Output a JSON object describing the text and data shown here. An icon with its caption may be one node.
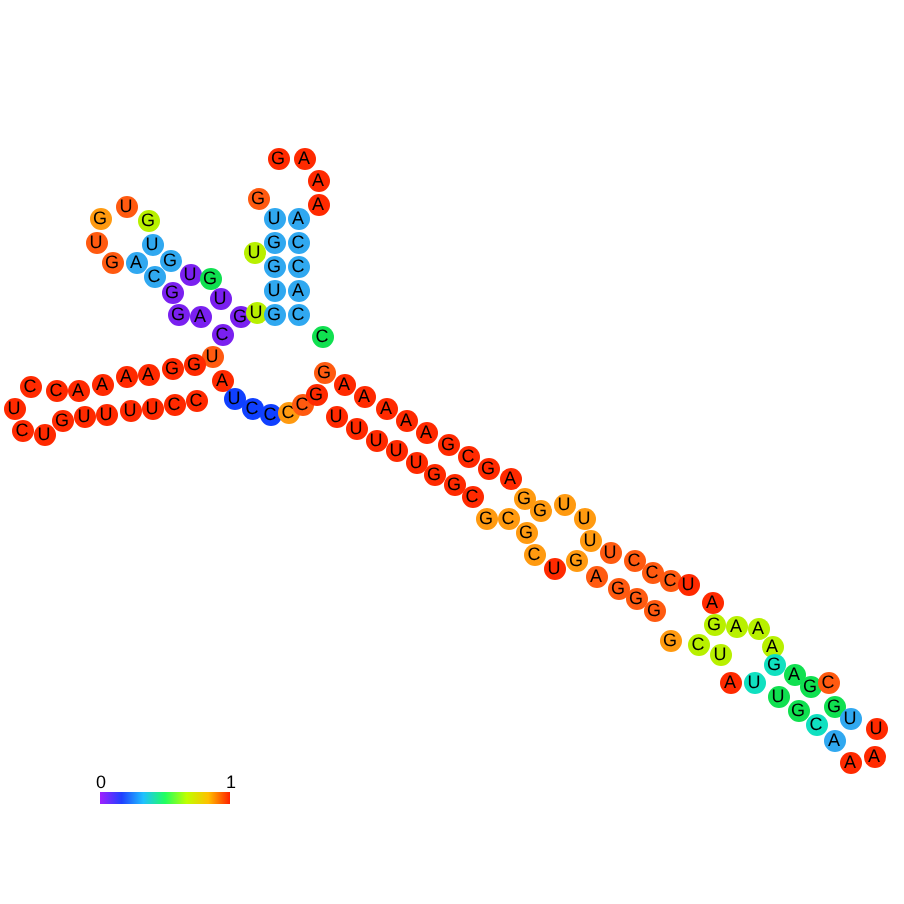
{
  "diagram": {
    "nodes": [
      {
        "text": [
          "G"
        ]
      },
      {
        "text": [
          "U"
        ]
      },
      {
        "text": [
          "G"
        ]
      },
      {
        "text": [
          "U"
        ]
      },
      {
        "text": [
          "G"
        ]
      },
      {
        "text": [
          "A"
        ]
      },
      {
        "text": [
          "U"
        ]
      },
      {
        "text": [
          "G"
        ]
      },
      {
        "text": [
          "C"
        ]
      },
      {
        "text": [
          "U"
        ]
      },
      {
        "text": [
          "G"
        ]
      },
      {
        "text": [
          "G"
        ]
      },
      {
        "text": [
          "U"
        ]
      },
      {
        "text": [
          "G"
        ]
      },
      {
        "text": [
          "A"
        ]
      },
      {
        "text": [
          "C"
        ]
      },
      {
        "text": [
          "G"
        ]
      },
      {
        "text": [
          "U"
        ]
      },
      {
        "text": [
          "G"
        ]
      },
      {
        "text": [
          "A"
        ]
      },
      {
        "text": [
          "A"
        ]
      },
      {
        "text": [
          "A"
        ]
      },
      {
        "text": [
          "G"
        ]
      },
      {
        "text": [
          "U"
        ]
      },
      {
        "text": [
          "A"
        ]
      },
      {
        "text": [
          "G"
        ]
      },
      {
        "text": [
          "C"
        ]
      },
      {
        "text": [
          "U"
        ]
      },
      {
        "text": [
          "G"
        ]
      },
      {
        "text": [
          "C"
        ]
      },
      {
        "text": [
          "U"
        ]
      },
      {
        "text": [
          "A"
        ]
      },
      {
        "text": [
          "G"
        ]
      },
      {
        "text": [
          "C"
        ]
      },
      {
        "text": [
          "C"
        ]
      },
      {
        "text": [
          "U"
        ]
      },
      {
        "text": [
          "G"
        ]
      },
      {
        "text": [
          "G"
        ]
      },
      {
        "text": [
          "A"
        ]
      },
      {
        "text": [
          "A"
        ]
      },
      {
        "text": [
          "A"
        ]
      },
      {
        "text": [
          "A"
        ]
      },
      {
        "text": [
          "C"
        ]
      },
      {
        "text": [
          "C"
        ]
      },
      {
        "text": [
          "U"
        ]
      },
      {
        "text": [
          "C"
        ]
      },
      {
        "text": [
          "U"
        ]
      },
      {
        "text": [
          "G"
        ]
      },
      {
        "text": [
          "U"
        ]
      },
      {
        "text": [
          "U"
        ]
      },
      {
        "text": [
          "U"
        ]
      },
      {
        "text": [
          "U"
        ]
      },
      {
        "text": [
          "C"
        ]
      },
      {
        "text": [
          "C"
        ]
      },
      {
        "text": [
          "A"
        ]
      },
      {
        "text": [
          "U"
        ]
      },
      {
        "text": [
          "C"
        ]
      },
      {
        "text": [
          "C"
        ]
      },
      {
        "text": [
          "C"
        ]
      },
      {
        "text": [
          "C"
        ]
      },
      {
        "text": [
          "G"
        ]
      },
      {
        "text": [
          "G"
        ]
      },
      {
        "text": [
          "A"
        ]
      },
      {
        "text": [
          "A"
        ]
      },
      {
        "text": [
          "A"
        ]
      },
      {
        "text": [
          "A"
        ]
      },
      {
        "text": [
          "A"
        ]
      },
      {
        "text": [
          "G"
        ]
      },
      {
        "text": [
          "C"
        ]
      },
      {
        "text": [
          "G"
        ]
      },
      {
        "text": [
          "A"
        ]
      },
      {
        "text": [
          "U"
        ]
      },
      {
        "text": [
          "U"
        ]
      },
      {
        "text": [
          "U"
        ]
      },
      {
        "text": [
          "U"
        ]
      },
      {
        "text": [
          "U"
        ]
      },
      {
        "text": [
          "G"
        ]
      },
      {
        "text": [
          "G"
        ]
      },
      {
        "text": [
          "C"
        ]
      },
      {
        "text": [
          "G"
        ]
      },
      {
        "text": [
          "C"
        ]
      },
      {
        "text": [
          "G"
        ]
      },
      {
        "text": [
          "G"
        ]
      },
      {
        "text": [
          "U"
        ]
      },
      {
        "text": [
          "U"
        ]
      },
      {
        "text": [
          "U"
        ]
      },
      {
        "text": [
          "G"
        ]
      },
      {
        "text": [
          "C"
        ]
      },
      {
        "text": [
          "U"
        ]
      },
      {
        "text": [
          "G"
        ]
      },
      {
        "text": [
          "A"
        ]
      },
      {
        "text": [
          "U"
        ]
      },
      {
        "text": [
          "C"
        ]
      },
      {
        "text": [
          "C"
        ]
      },
      {
        "text": [
          "C"
        ]
      },
      {
        "text": [
          "U"
        ]
      },
      {
        "text": [
          "A"
        ]
      },
      {
        "text": [
          "G"
        ]
      },
      {
        "text": [
          "G"
        ]
      },
      {
        "text": [
          "G"
        ]
      },
      {
        "text": [
          "G"
        ]
      },
      {
        "text": [
          "C"
        ]
      },
      {
        "text": [
          "U"
        ]
      },
      {
        "text": [
          "G"
        ]
      },
      {
        "text": [
          "A"
        ]
      },
      {
        "text": [
          "A"
        ]
      },
      {
        "text": [
          "A"
        ]
      },
      {
        "text": [
          "A"
        ]
      },
      {
        "text": [
          "U"
        ]
      },
      {
        "text": [
          "G"
        ]
      },
      {
        "text": [
          "A"
        ]
      },
      {
        "text": [
          "G"
        ]
      },
      {
        "text": [
          "C"
        ]
      },
      {
        "text": [
          "U"
        ]
      },
      {
        "text": [
          "G"
        ]
      },
      {
        "text": [
          "C"
        ]
      },
      {
        "text": [
          "G"
        ]
      },
      {
        "text": [
          "U"
        ]
      },
      {
        "text": [
          "A"
        ]
      },
      {
        "text": [
          "A"
        ]
      },
      {
        "text": [
          "U"
        ]
      },
      {
        "text": [
          "A"
        ]
      }
    ],
    "labels": [
      "0",
      "1"
    ]
  }
}
